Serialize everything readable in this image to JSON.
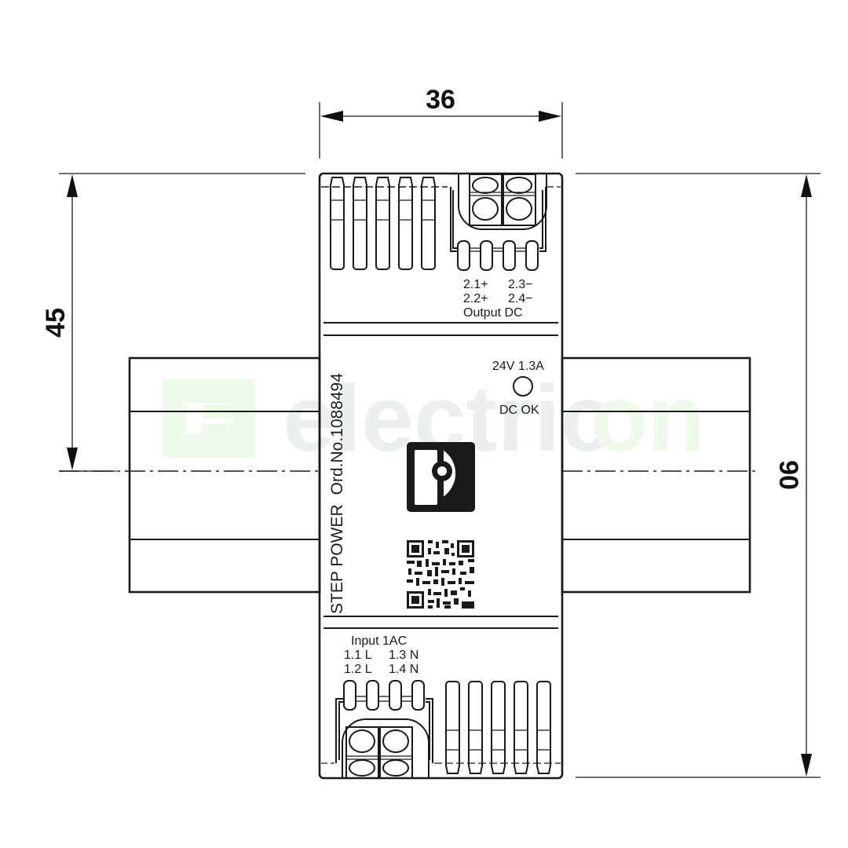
{
  "drawing": {
    "type": "dimension drawing",
    "subject": "DIN-rail power supply, front view"
  },
  "dimensions": {
    "width": "36",
    "height_to_rail_center": "45",
    "total_height": "90"
  },
  "device": {
    "product_name": "STEP POWER",
    "order_number": "Ord.No.1088494",
    "rating": "24V 1.3A",
    "led_label": "DC OK",
    "output": {
      "title": "Output DC",
      "terminals_row1": [
        "2.1+",
        "2.3−"
      ],
      "terminals_row2": [
        "2.2+",
        "2.4−"
      ]
    },
    "input": {
      "title": "Input 1AC",
      "terminals_row1": [
        "1.1 L",
        "1.3 N"
      ],
      "terminals_row2": [
        "1.2 L",
        "1.4 N"
      ]
    }
  },
  "watermark": {
    "text_grey": "electric",
    "text_green": "on",
    "colors": {
      "grey": "#eceff0",
      "green": "#eefaea"
    }
  },
  "colors": {
    "line": "#1a1a1a",
    "background": "#ffffff"
  }
}
